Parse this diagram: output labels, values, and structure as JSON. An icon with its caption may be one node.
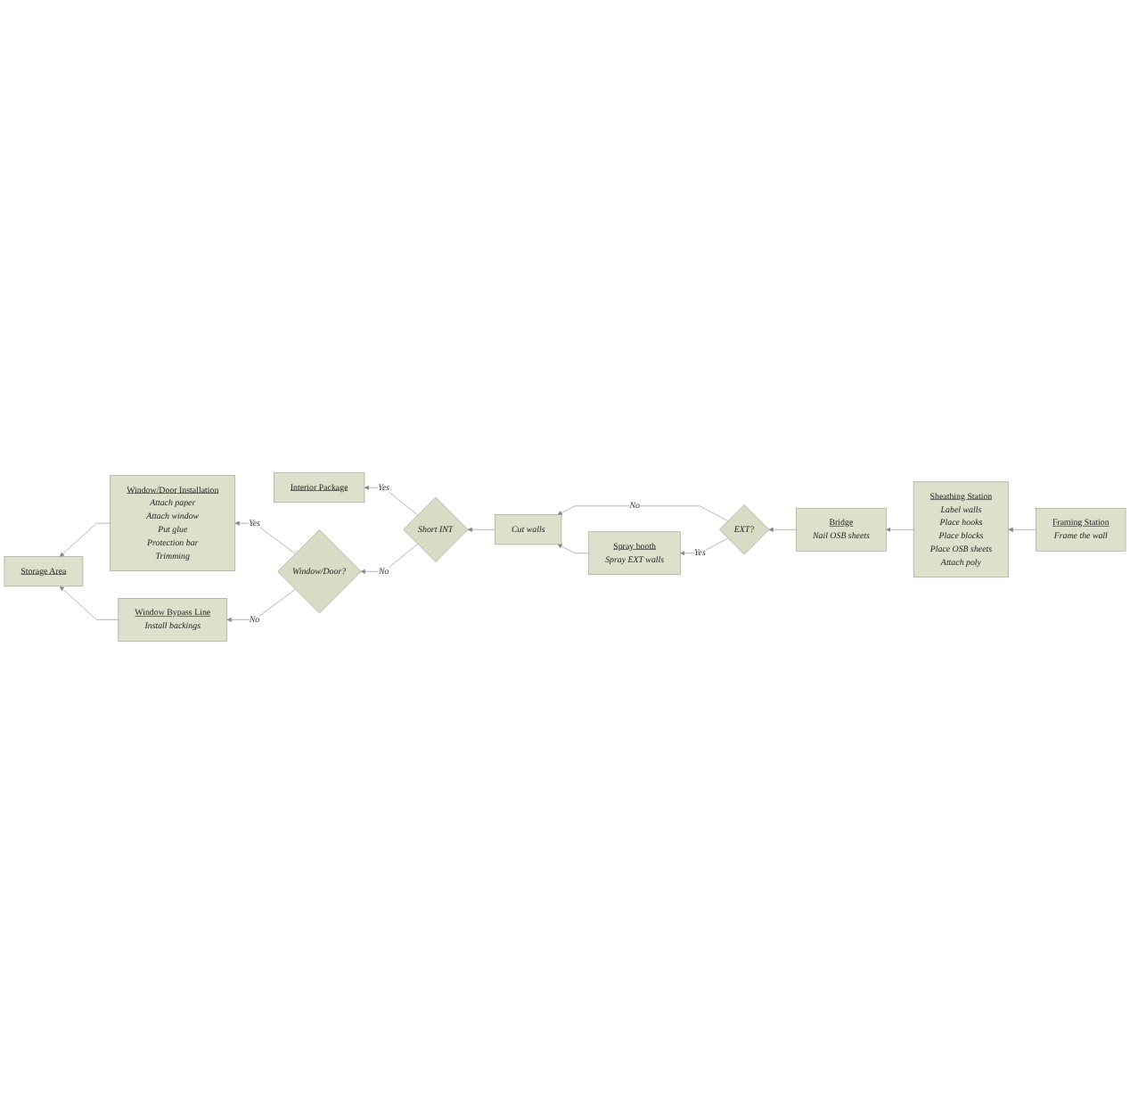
{
  "diagram": {
    "nodes": [
      {
        "text": [
          "Interior Package"
        ]
      },
      {
        "text": [
          "Short INT"
        ]
      },
      {
        "text": [
          "Cut walls"
        ]
      },
      {
        "text": [
          "EXT?"
        ]
      },
      {
        "text": [
          "Window/Door?"
        ]
      },
      {
        "text": [
          "Window/Door Installation",
          "Attach paper",
          "Attach window",
          "Put glue",
          "Protection bar",
          "Trimming"
        ]
      },
      {
        "text": [
          "Window Bypass Line",
          "Install backings"
        ]
      },
      {
        "text": [
          "Spray booth",
          "Spray EXT walls"
        ]
      },
      {
        "text": [
          "Bridge",
          "Nail OSB sheets"
        ]
      },
      {
        "text": [
          "Sheathing Station",
          "Label walls",
          "Place hooks",
          "Place blocks",
          "Place OSB sheets",
          "Attach poly"
        ]
      },
      {
        "text": [
          "Framing Station",
          "Frame the wall"
        ]
      },
      {
        "text": [
          "Storage Area"
        ]
      }
    ],
    "edges": [
      {
        "from": 10,
        "to": 9,
        "arrow": "to"
      },
      {
        "from": 9,
        "to": 8,
        "arrow": "to"
      },
      {
        "from": 8,
        "to": 3,
        "arrow": "to"
      },
      {
        "from": 3,
        "to": 2,
        "label": "No",
        "arrow": "to"
      },
      {
        "from": 3,
        "to": 7,
        "label": "Yes",
        "arrow": "to"
      },
      {
        "from": 7,
        "to": 2,
        "arrow": "to"
      },
      {
        "from": 2,
        "to": 1,
        "arrow": "to"
      },
      {
        "from": 1,
        "to": 0,
        "label": "Yes",
        "arrow": "to"
      },
      {
        "from": 1,
        "to": 4,
        "label": "No",
        "arrow": "to"
      },
      {
        "from": 4,
        "to": 5,
        "label": "Yes",
        "arrow": "to"
      },
      {
        "from": 4,
        "to": 6,
        "label": "No",
        "arrow": "to"
      },
      {
        "from": 5,
        "to": 11,
        "arrow": "to"
      },
      {
        "from": 6,
        "to": 11,
        "arrow": "to"
      }
    ]
  }
}
